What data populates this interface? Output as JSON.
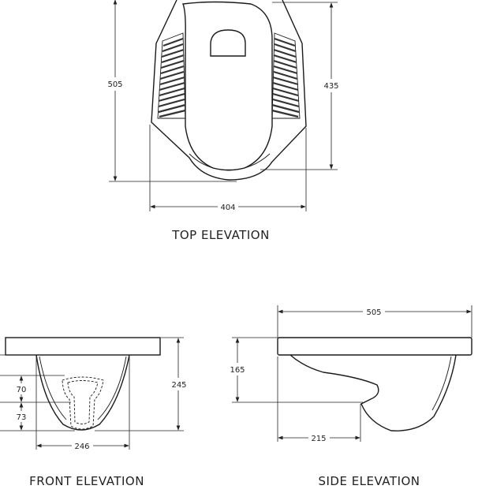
{
  "views": {
    "top": {
      "title": "TOP ELEVATION",
      "dim_width": "404",
      "dim_height_outer": "505",
      "dim_height_inner": "435"
    },
    "front": {
      "title": "FRONT ELEVATION",
      "dim_width": "246",
      "dim_height": "245",
      "dim_upper": "70",
      "dim_lower": "73"
    },
    "side": {
      "title": "SIDE ELEVATION",
      "dim_length": "505",
      "dim_height": "165",
      "dim_outlet": "215"
    }
  }
}
